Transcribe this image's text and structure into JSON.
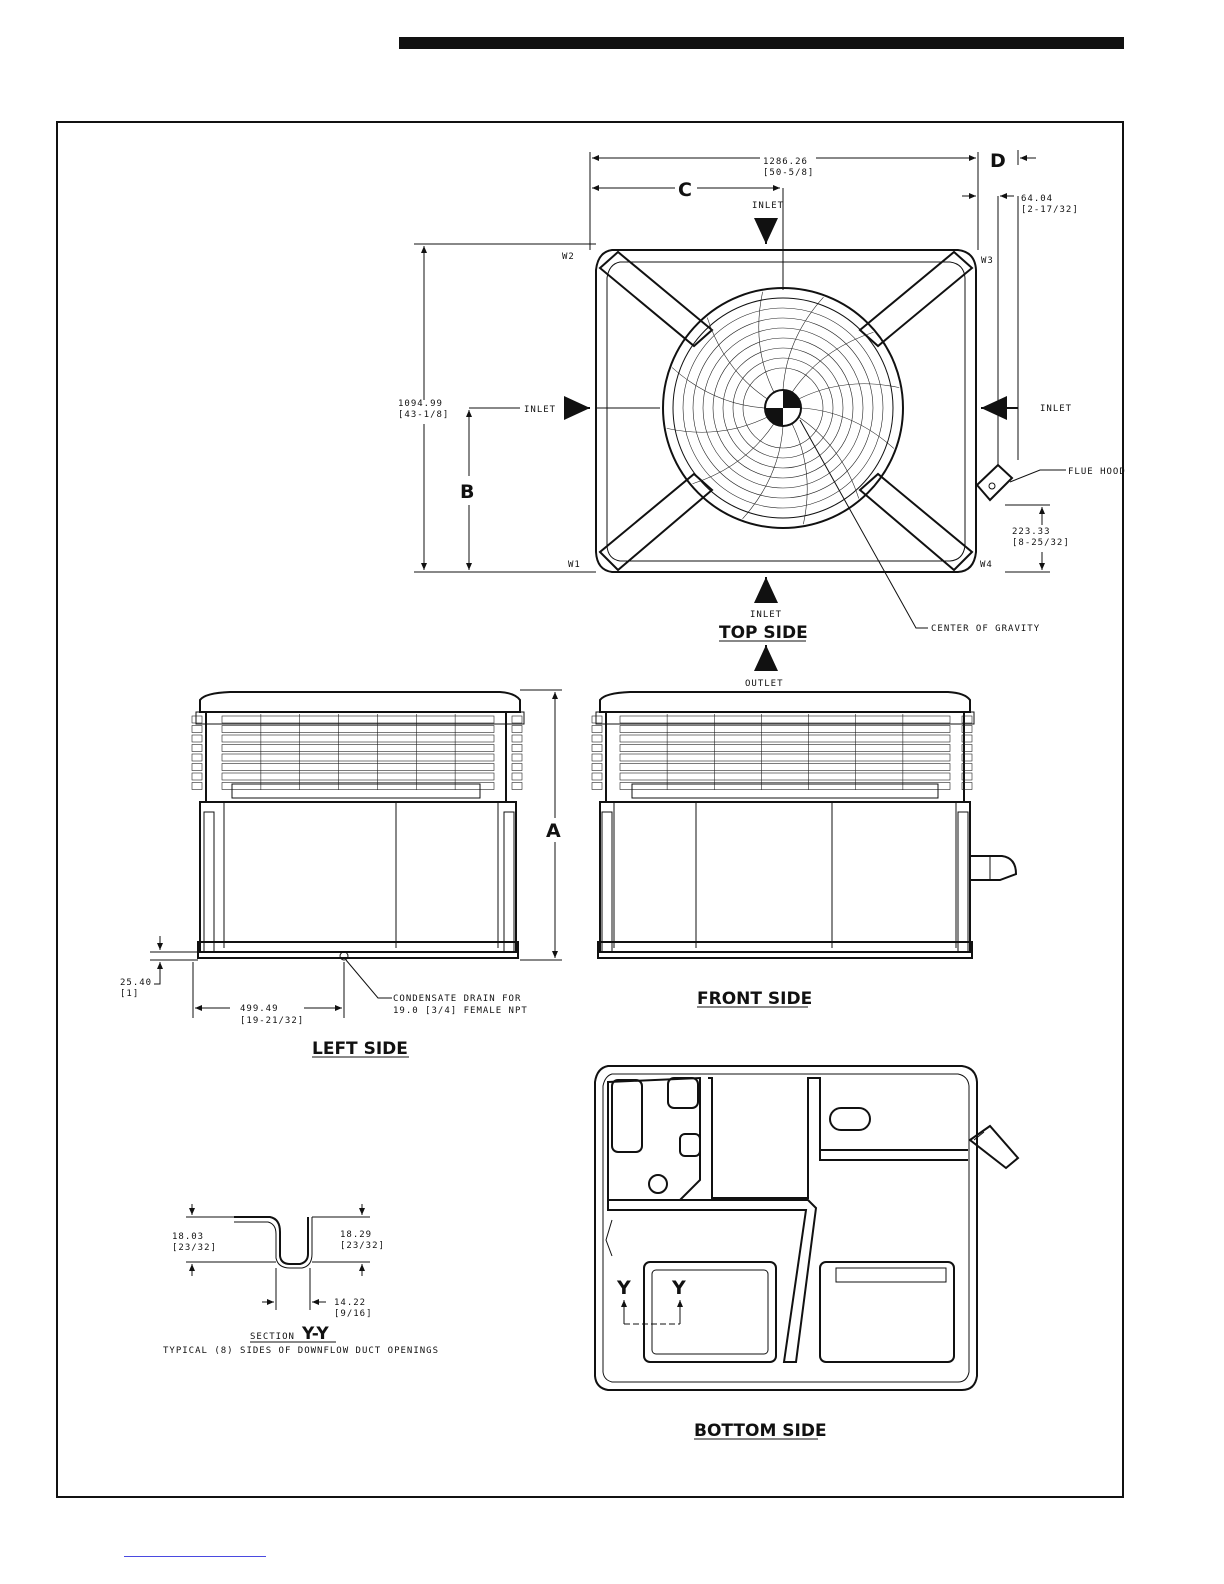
{
  "dimensions": {
    "width_overall": "1286.26",
    "width_overall_in": "[50-5/8]",
    "depth_overall": "1094.99",
    "depth_overall_in": "[43-1/8]",
    "flue_offset": "64.04",
    "flue_offset_in": "[2-17/32]",
    "flue_height": "223.33",
    "flue_height_in": "[8-25/32]",
    "base_height": "25.40",
    "base_height_in": "[1]",
    "drain_offset": "499.49",
    "drain_offset_in": "[19-21/32]",
    "section_left": "18.03",
    "section_left_in": "[23/32]",
    "section_right": "18.29",
    "section_right_in": "[23/32]",
    "section_width": "14.22",
    "section_width_in": "[9/16]"
  },
  "letters": {
    "a": "A",
    "b": "B",
    "c": "C",
    "d": "D",
    "y": "Y"
  },
  "labels": {
    "inlet": "INLET",
    "outlet": "OUTLET",
    "flue_hood": "FLUE HOOD",
    "center_of_gravity": "CENTER OF GRAVITY",
    "w1": "W1",
    "w2": "W2",
    "w3": "W3",
    "w4": "W4",
    "condensate_1": "CONDENSATE DRAIN FOR",
    "condensate_2": "19.0 [3/4] FEMALE NPT",
    "section_word": "SECTION",
    "section_id": "Y-Y",
    "section_note": "TYPICAL (8) SIDES OF DOWNFLOW DUCT OPENINGS"
  },
  "titles": {
    "top_side": "TOP SIDE",
    "left_side": "LEFT SIDE",
    "front_side": "FRONT SIDE",
    "bottom_side": "BOTTOM SIDE"
  }
}
